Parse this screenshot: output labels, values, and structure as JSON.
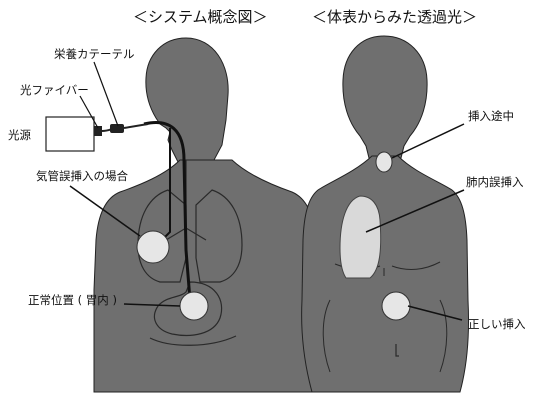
{
  "diagram": {
    "titles": {
      "left": "＜システム概念図＞",
      "right": "＜体表からみた透過光＞"
    },
    "labels": {
      "feeding_catheter": "栄養カテーテル",
      "optical_fiber": "光ファイバー",
      "light_source": "光源",
      "tracheal_misinsertion": "気管誤挿入の場合",
      "normal_position": "正常位置 ( 胃内 )",
      "during_insertion": "挿入途中",
      "lung_misinsertion": "肺内誤挿入",
      "correct_insertion": "正しい挿入"
    },
    "colors": {
      "body": "#6f6f6f",
      "organ_line": "#2a2a2a",
      "glow": "#e6e6e6",
      "lung_glow": "#d9d9d9"
    }
  }
}
